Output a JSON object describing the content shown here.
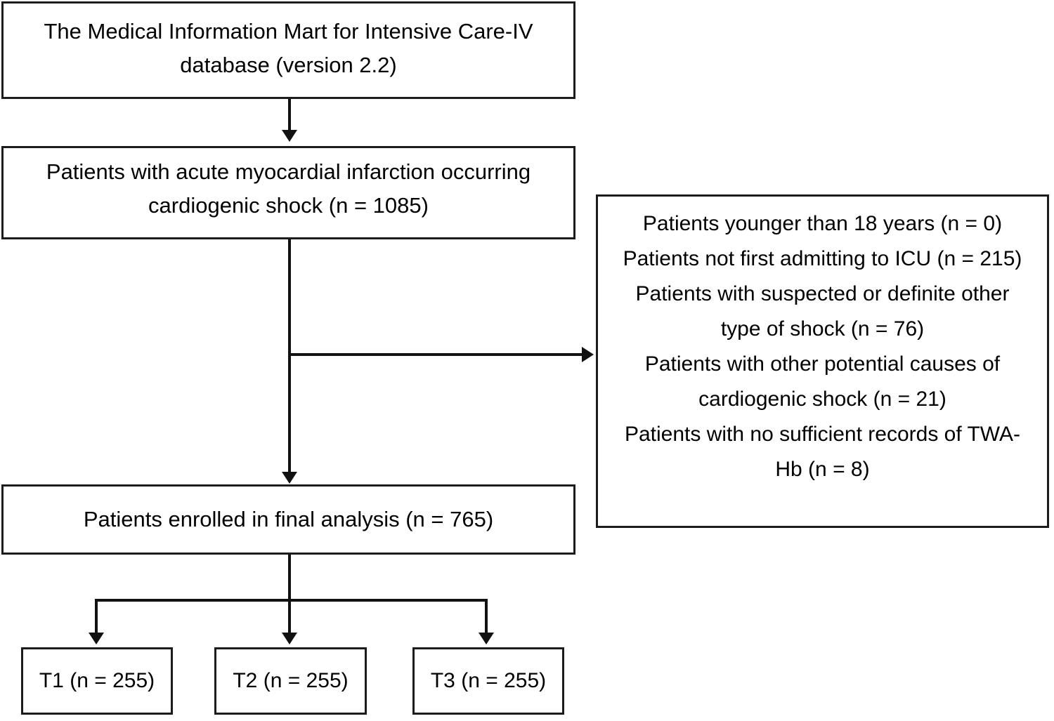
{
  "colors": {
    "background": "#ffffff",
    "line": "#111111",
    "border": "#1c1c1c",
    "text": "#000000"
  },
  "boxes": {
    "database": {
      "line1": "The Medical Information Mart for Intensive Care-IV",
      "line2": "database (version 2.2)"
    },
    "ami_cs": {
      "line1": "Patients with acute myocardial infarction occurring",
      "line2": "cardiogenic shock (n = 1085)"
    },
    "exclusions": {
      "items": [
        "Patients younger than 18 years (n = 0)",
        "Patients not first admitting to ICU (n = 215)",
        "Patients with suspected or definite other type of shock (n = 76)",
        "Patients with other potential causes of cardiogenic shock (n = 21)",
        "Patients with no sufficient records of TWA-Hb (n = 8)"
      ]
    },
    "enrolled": {
      "label": "Patients enrolled in final analysis (n = 765)"
    },
    "tertiles": [
      {
        "label": "T1 (n = 255)"
      },
      {
        "label": "T2 (n = 255)"
      },
      {
        "label": "T3 (n = 255)"
      }
    ]
  }
}
